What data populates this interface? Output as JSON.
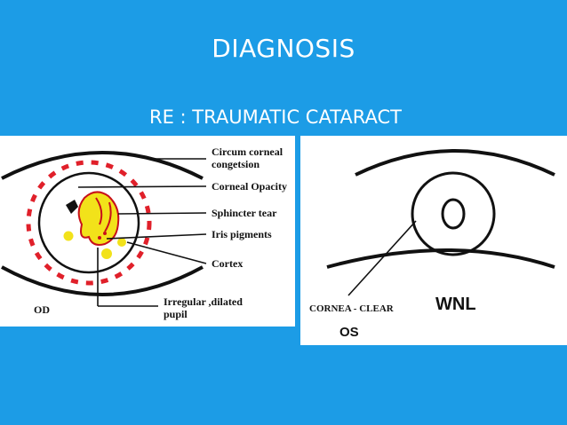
{
  "slide": {
    "title": "DIAGNOSIS",
    "subtitle": "RE :  TRAUMATIC CATARACT",
    "background_color": "#1c9ce6"
  },
  "od_diagram": {
    "eye_label": "OD",
    "labels": {
      "circum_corneal_line1": "Circum corneal",
      "circum_corneal_line2": "congetsion",
      "corneal_opacity": "Corneal Opacity",
      "sphincter_tear": "Sphincter tear",
      "iris_pigments": "Iris pigments",
      "cortex": "Cortex",
      "pupil_line1": "Irregular ,dilated",
      "pupil_line2": "pupil"
    },
    "colors": {
      "congestion": "#e0202a",
      "lens": "#f2e21a",
      "opacity": "#111111"
    }
  },
  "os_diagram": {
    "eye_label": "OS",
    "cornea_label": "CORNEA - CLEAR",
    "status": "WNL"
  }
}
